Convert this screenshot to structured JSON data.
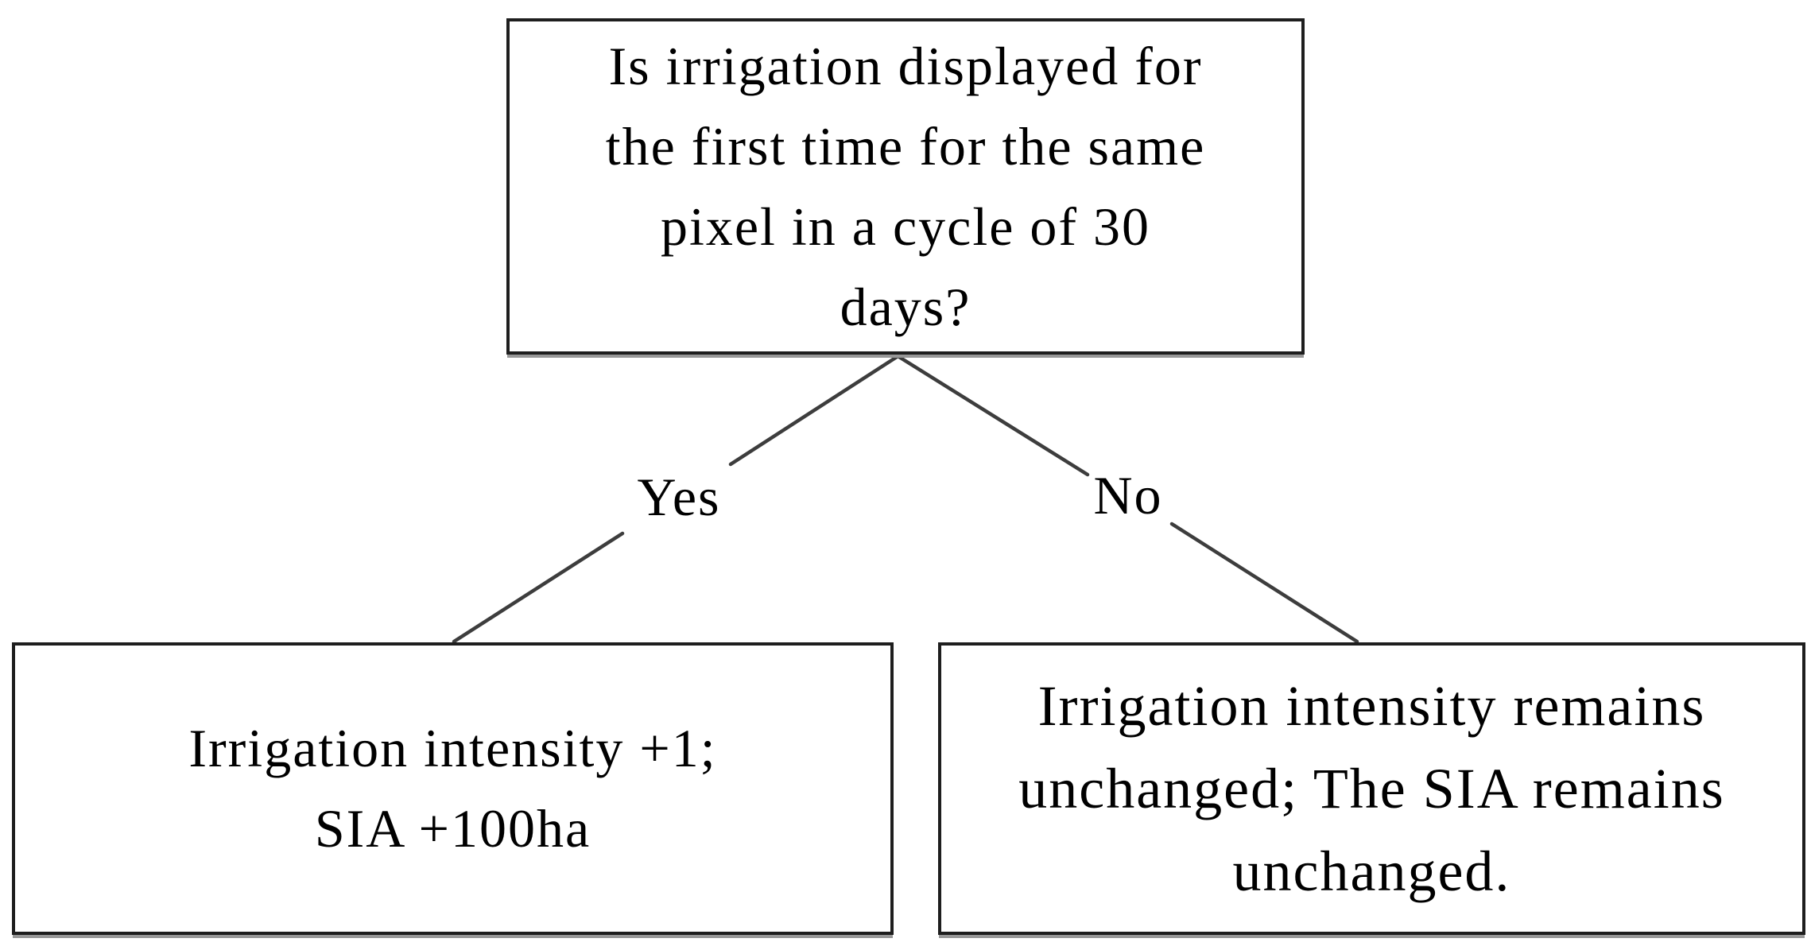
{
  "flowchart": {
    "question": {
      "text": "Is irrigation displayed for\nthe first time for the same\npixel in a cycle of 30\ndays?"
    },
    "branches": [
      {
        "label": "Yes",
        "outcome": "Irrigation intensity +1;\nSIA +100ha"
      },
      {
        "label": "No",
        "outcome": "Irrigation intensity remains\nunchanged; The SIA remains\nunchanged."
      }
    ]
  },
  "colors": {
    "background": "#ffffff",
    "box_border": "#1e1e1e",
    "connector_line": "#3d3d3d",
    "text": "#000000"
  }
}
